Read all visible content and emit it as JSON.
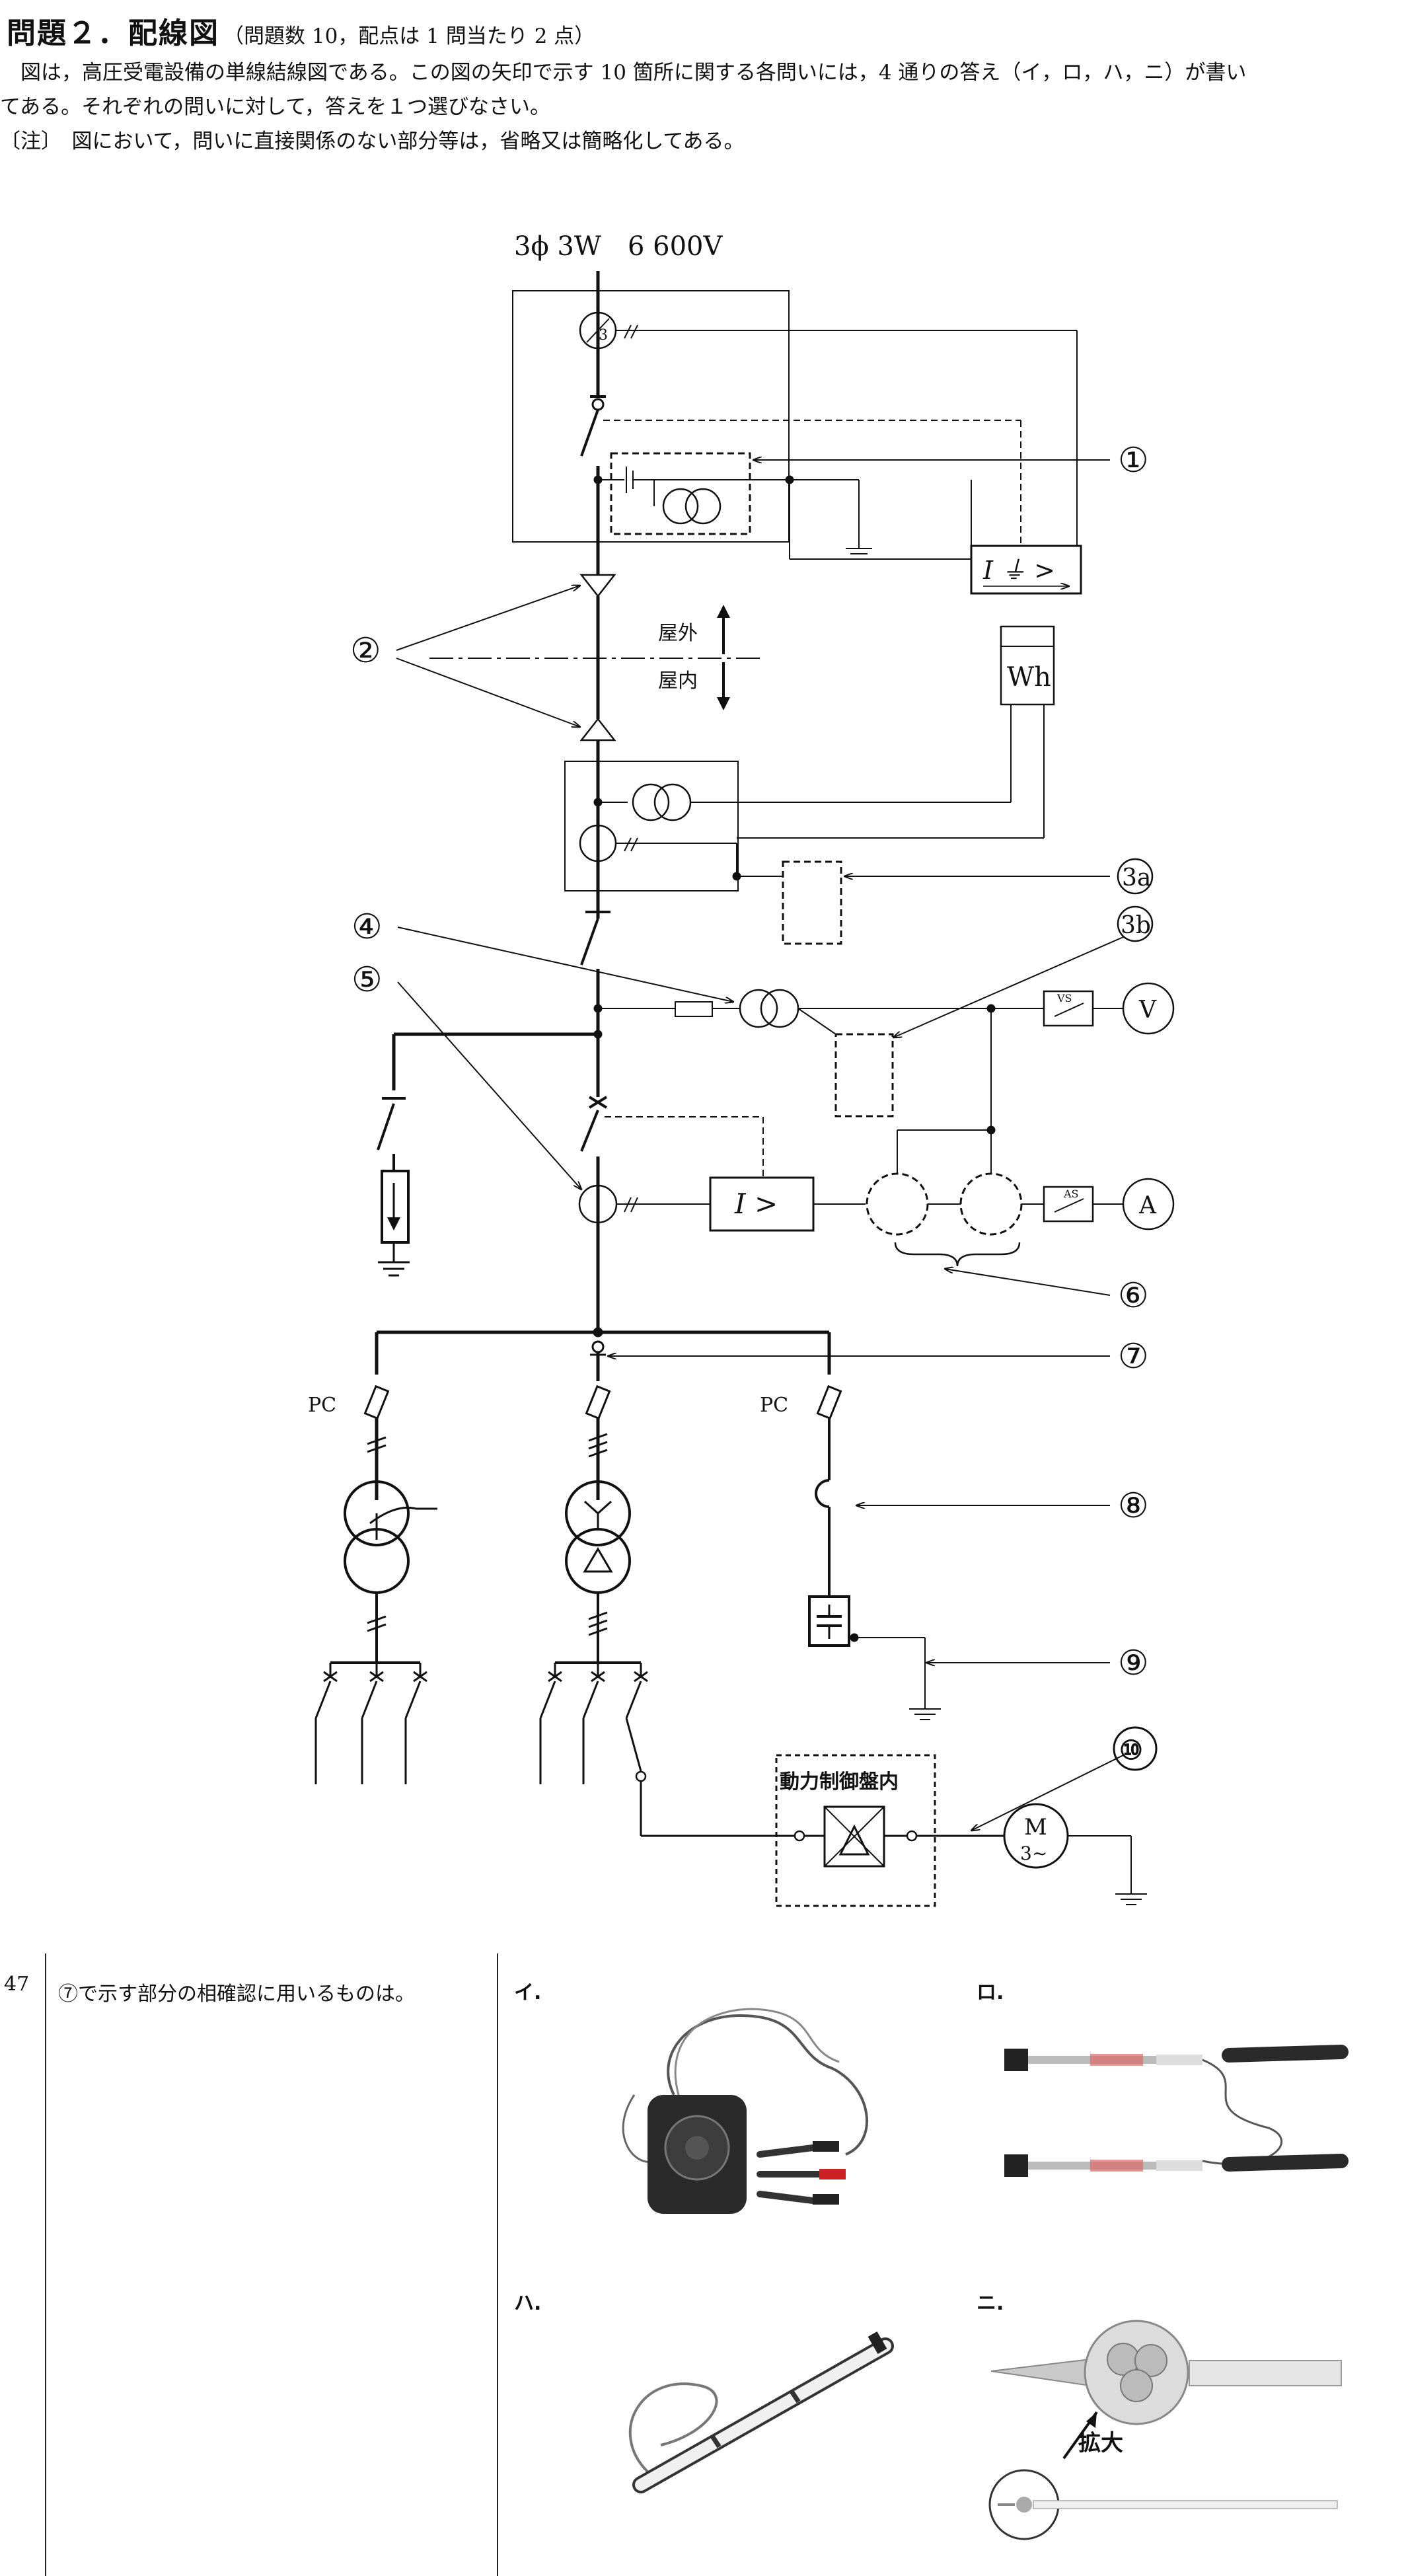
{
  "header": {
    "title": "問題２．配線図",
    "subtitle": "（問題数 10，配点は 1 問当たり 2 点）"
  },
  "intro": {
    "line1": "　図は，高圧受電設備の単線結線図である。この図の矢印で示す 10 箇所に関する各問いには，4 通りの答え（イ，ロ，ハ，ニ）が書い",
    "line2": "てある。それぞれの問いに対して，答えを１つ選びなさい。",
    "note": "〔注〕　図において，問いに直接関係のない部分等は，省略又は簡略化してある。"
  },
  "diagram": {
    "supply": "3ϕ 3W　6 600V",
    "outdoor": "屋外",
    "indoor": "屋内",
    "wh": "Wh",
    "v": "V",
    "a": "A",
    "vs": "VS",
    "as": "AS",
    "ocr": "I >",
    "gr": "I ⏚ >",
    "pc_left": "PC",
    "pc_right": "PC",
    "panel": "動力制御盤内",
    "motor_m": "M",
    "motor_sub": "3∼",
    "ct_ratio": "3",
    "labels": [
      "①",
      "②",
      "3a",
      "3b",
      "④",
      "⑤",
      "⑥",
      "⑦",
      "⑧",
      "⑨",
      "⑩"
    ]
  },
  "question": {
    "number": "47",
    "text": "⑦で示す部分の相確認に用いるものは。",
    "options": [
      {
        "label": "イ.",
        "image": "phase-rotation-meter-photo"
      },
      {
        "label": "ロ.",
        "image": "high-voltage-detector-pair-photo"
      },
      {
        "label": "ハ.",
        "image": "insulation-rod-photo"
      },
      {
        "label": "ニ.",
        "image": "phase-rotation-indicator-with-zoom-photo"
      }
    ],
    "zoom_label": "拡大"
  }
}
